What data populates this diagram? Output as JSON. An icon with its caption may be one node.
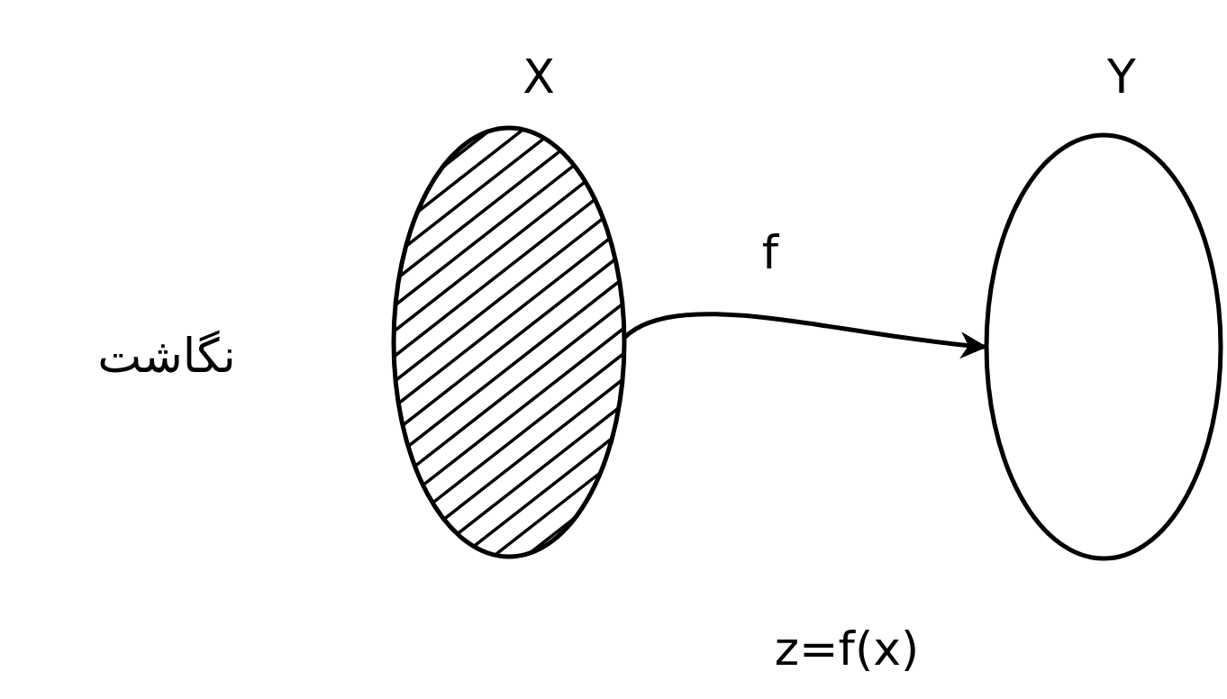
{
  "diagram": {
    "nodes": [
      {
        "text": [
          "X"
        ]
      },
      {
        "text": [
          "Y"
        ]
      }
    ],
    "edges": [
      {
        "from": 0,
        "to": 1,
        "arrow": "to",
        "label": "f"
      }
    ],
    "labels": [
      "نگاشت",
      "z=f(x)"
    ]
  }
}
